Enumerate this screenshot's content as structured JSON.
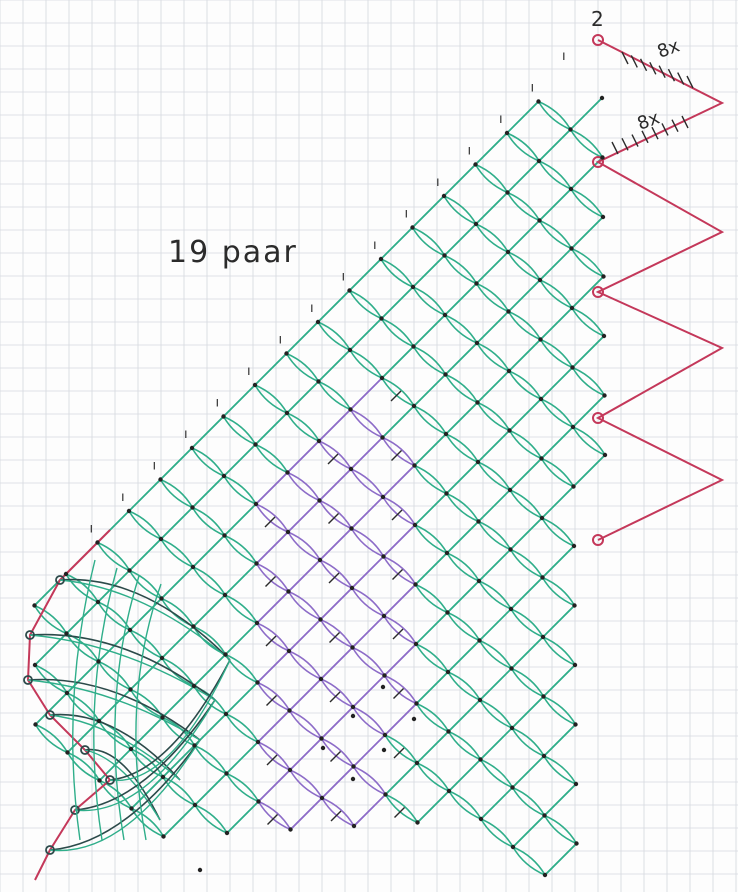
{
  "diagram": {
    "pair_count_label": "19 paar",
    "pair_marker": "2",
    "repeat_label_top": "8x",
    "repeat_label_bottom": "8x",
    "colors": {
      "paper": "#fdfdfd",
      "grid": "#d4d7de",
      "pin": "#222222",
      "green_thread": "#2fae8a",
      "purple_thread": "#8d6cc8",
      "red_thread": "#c4385a",
      "dark_thread": "#2c4a4a",
      "ink": "#2b2b2b"
    }
  }
}
